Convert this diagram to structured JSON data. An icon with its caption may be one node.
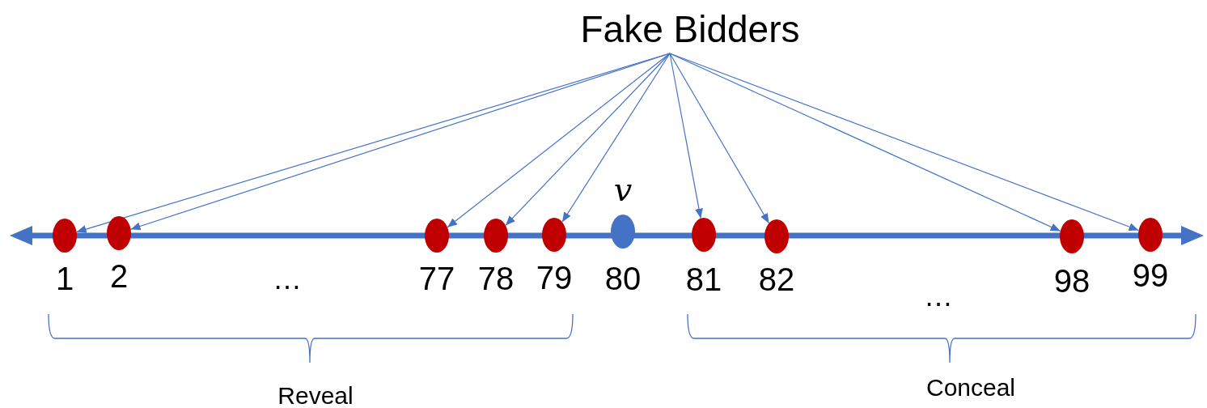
{
  "diagram": {
    "nodes": [
      {
        "text": [
          "Fake Bidders"
        ]
      },
      {
        "text": [],
        "shape": "circle",
        "beside": [
          "1"
        ]
      },
      {
        "text": [],
        "shape": "circle",
        "beside": [
          "2"
        ]
      },
      {
        "text": [],
        "shape": "circle",
        "beside": [
          "77"
        ]
      },
      {
        "text": [],
        "shape": "circle",
        "beside": [
          "78"
        ]
      },
      {
        "text": [],
        "shape": "circle",
        "beside": [
          "79"
        ]
      },
      {
        "text": [],
        "shape": "circle",
        "beside": [
          "v",
          "80"
        ]
      },
      {
        "text": [],
        "shape": "circle",
        "beside": [
          "81"
        ]
      },
      {
        "text": [],
        "shape": "circle",
        "beside": [
          "82"
        ]
      },
      {
        "text": [],
        "shape": "circle",
        "beside": [
          "98"
        ]
      },
      {
        "text": [],
        "shape": "circle",
        "beside": [
          "99"
        ]
      }
    ],
    "edges": [
      {
        "from": 0,
        "to": 1,
        "arrow": "to"
      },
      {
        "from": 0,
        "to": 2,
        "arrow": "to"
      },
      {
        "from": 0,
        "to": 3,
        "arrow": "to"
      },
      {
        "from": 0,
        "to": 4,
        "arrow": "to"
      },
      {
        "from": 0,
        "to": 5,
        "arrow": "to"
      },
      {
        "from": 0,
        "to": 7,
        "arrow": "to"
      },
      {
        "from": 0,
        "to": 8,
        "arrow": "to"
      },
      {
        "from": 0,
        "to": 9,
        "arrow": "to"
      },
      {
        "from": 0,
        "to": 10,
        "arrow": "to"
      }
    ],
    "labels": [
      "…",
      "…",
      "Reveal",
      "Conceal"
    ]
  }
}
